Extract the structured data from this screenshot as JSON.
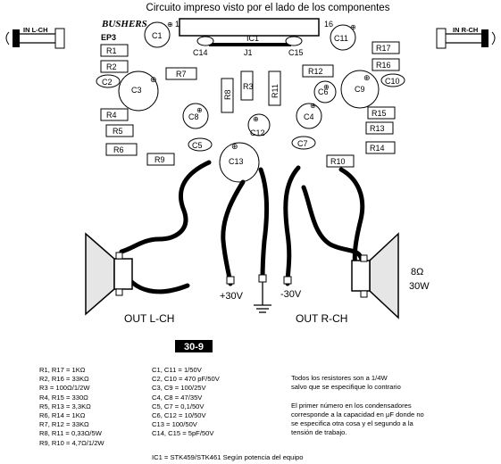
{
  "title": "Circuito impreso visto por el lado de los componentes",
  "logo": "BUSHERS",
  "ic": {
    "label": "IC1",
    "pin_first": "1",
    "pin_last": "16",
    "jumper": "J1"
  },
  "edge_labels": {
    "left": "IN L-CH",
    "right": "IN R-CH"
  },
  "components": {
    "ep": "EP3",
    "r1": "R1",
    "r2": "R2",
    "r4": "R4",
    "r5": "R5",
    "r6": "R6",
    "r7": "R7",
    "r8": "R8",
    "r9": "R9",
    "r3": "R3",
    "r11": "R11",
    "r10": "R10",
    "r12": "R12",
    "r13": "R13",
    "r14": "R14",
    "r15": "R15",
    "r16": "R16",
    "r17": "R17",
    "c1": "C1",
    "c2": "C2",
    "c3": "C3",
    "c4": "C4",
    "c5": "C5",
    "c6": "C6",
    "c7": "C7",
    "c8": "C8",
    "c9": "C9",
    "c10": "C10",
    "c11": "C11",
    "c12": "C12",
    "c13": "C13",
    "c14": "C14",
    "c15": "C15"
  },
  "power": {
    "pos": "+30V",
    "neg": "-30V"
  },
  "speaker": {
    "impedance": "8Ω",
    "power": "30W"
  },
  "outputs": {
    "left": "OUT L-CH",
    "right": "OUT R-CH"
  },
  "badge": "30-9",
  "parts_resistors": [
    "R1, R17 = 1KΩ",
    "R2, R16 = 33KΩ",
    "R3 = 100Ω/1/2W",
    "R4, R15 = 330Ω",
    "R5, R13 = 3,3KΩ",
    "R6, R14 = 1KΩ",
    "R7, R12 = 33KΩ",
    "R8, R11 = 0,33Ω/5W",
    "R9, R10 = 4,7Ω/1/2W"
  ],
  "parts_capacitors": [
    "C1, C11 = 1/50V",
    "C2, C10 = 470 pF/50V",
    "C3, C9 = 100/25V",
    "C4, C8 = 47/35V",
    "C5, C7 = 0,1/50V",
    "C6, C12 = 10/50V",
    "C13 = 100/50V",
    "C14, C15 = 5pF/50V"
  ],
  "ic_note": "IC1 = STK459/STK461 Según potencia del equipo",
  "notes": [
    "Todos los resistores son a 1/4W",
    "salvo que se especifique lo contrario",
    "",
    "El primer número en los condensadores",
    "corresponde a la capacidad en μF donde no",
    "se especifica otra cosa y el segundo a la",
    "tensión de trabajo."
  ]
}
